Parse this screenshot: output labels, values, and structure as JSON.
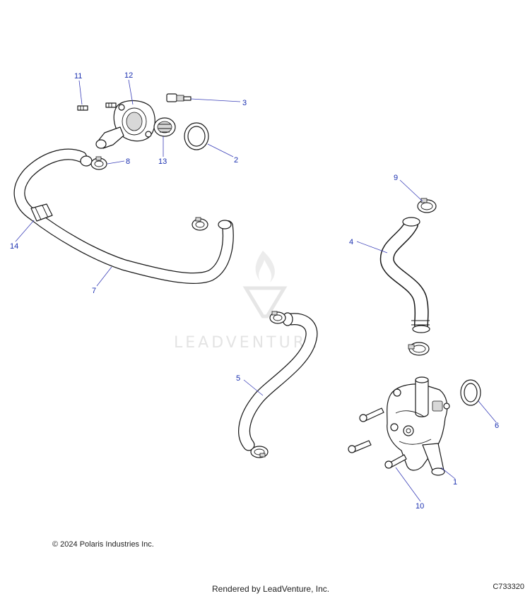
{
  "callouts": {
    "c1": "1",
    "c2": "2",
    "c3": "3",
    "c4": "4",
    "c5": "5",
    "c6": "6",
    "c7": "7",
    "c8": "8",
    "c9": "9",
    "c10": "10",
    "c11": "11",
    "c12": "12",
    "c13": "13",
    "c14": "14"
  },
  "watermark": {
    "text": "LEADVENTURE"
  },
  "footer": {
    "copyright": "© 2024 Polaris Industries Inc.",
    "rendered_by": "Rendered by LeadVenture, Inc.",
    "diagram_code": "C733320"
  },
  "colors": {
    "callout": "#1a2fb0",
    "line_art": "#1a1a1a",
    "watermark": "#e4e4e4"
  }
}
